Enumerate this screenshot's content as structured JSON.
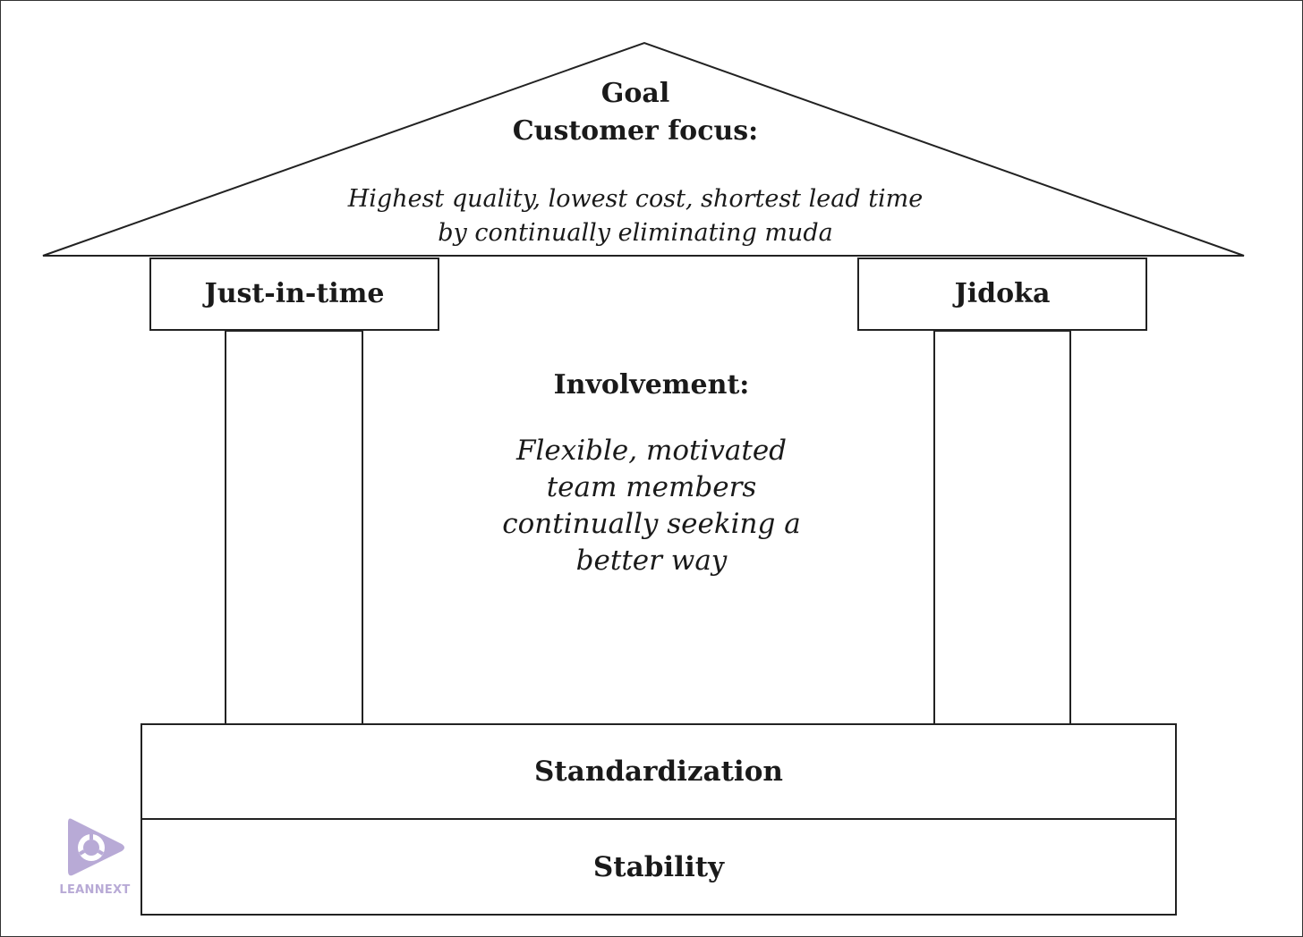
{
  "roof": {
    "goal": "Goal",
    "title": "Customer focus:",
    "subtitle_line1": "Highest quality, lowest cost, shortest lead time",
    "subtitle_line2": "by continually eliminating muda"
  },
  "pillars": {
    "left": "Just-in-time",
    "right": "Jidoka"
  },
  "center": {
    "title": "Involvement:",
    "lines": [
      "Flexible, motivated",
      "team members",
      "continually seeking a",
      "better way"
    ]
  },
  "foundation": {
    "upper": "Standardization",
    "lower": "Stability"
  },
  "watermark": {
    "text": "LEANNEXT",
    "icon": "leannext-play-logo-icon",
    "color": "#b8aad6"
  }
}
